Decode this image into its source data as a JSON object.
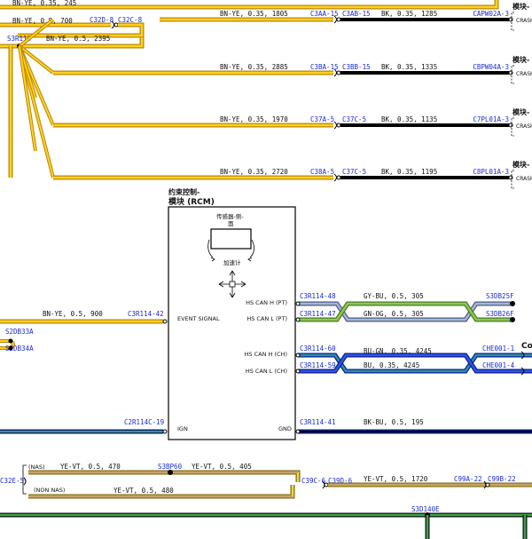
{
  "module": {
    "title_line1": "约束控制-",
    "title_line2": "模块 (RCM)",
    "sensor_label_line1": "传感器-侧-",
    "sensor_label_line2": "面",
    "accel_label": "加速计",
    "pins": {
      "event_signal": "EVENT SIGNAL",
      "hs_can_h_pt": "HS CAN H (PT)",
      "hs_can_l_pt": "HS CAN L (PT)",
      "hs_can_h_ch": "HS CAN H (CH)",
      "hs_can_l_ch": "HS CAN L (CH)",
      "ign": "IGN",
      "gnd": "GND"
    }
  },
  "top_wires": {
    "w_top_left": "BN-YE, 0.35, 245",
    "w_row1_left": "BN-YE, 0.5, 700",
    "conn_row1": "C32D-8",
    "conn_row1b": "C32C-8",
    "splice": "S3R113",
    "w_row2_left": "BN-YE, 0.5, 2395"
  },
  "branches": [
    {
      "wire_left": "BN-YE, 0.35, 1805",
      "c1": "C3AA-15",
      "c2": "C3AB-15",
      "wire_right": "BK, 0.35, 1285",
      "end_conn": "CAPW02A-3",
      "module": "模块-",
      "crash": "CRASH"
    },
    {
      "wire_left": "BN-YE, 0.35, 2885",
      "c1": "C3BA-15",
      "c2": "C3BB-15",
      "wire_right": "BK, 0.35, 1335",
      "end_conn": "CBPW04A-3",
      "module": "模块-",
      "crash": "CRASH"
    },
    {
      "wire_left": "BN-YE, 0.35, 1970",
      "c1": "C37A-5",
      "c2": "C37C-5",
      "wire_right": "BK, 0.35, 1135",
      "end_conn": "C7PL01A-3",
      "module": "模块-",
      "crash": "CRASH"
    },
    {
      "wire_left": "BN-YE, 0.35, 2720",
      "c1": "C38A-5",
      "c2": "C37C-5",
      "wire_right": "BK, 0.35, 1195",
      "end_conn": "C8PL01A-3",
      "module": "模块-",
      "crash": "CRASH"
    }
  ],
  "left_event": {
    "wire": "BN-YE, 0.5, 900",
    "conn": "C3R114-42",
    "splice1": "S2DB33A",
    "splice2": "S2DB34A"
  },
  "can_pt": {
    "conn_h": "C3R114-48",
    "conn_l": "C3R114-47",
    "wire_h": "GY-BU, 0.5, 305",
    "wire_l": "GN-OG, 0.5, 305",
    "splice_h": "S3DB25F",
    "splice_l": "S3DB26F"
  },
  "can_ch": {
    "conn_h": "C3R114-60",
    "conn_l": "C3R114-59",
    "wire_h": "BU-GN, 0.35, 4245",
    "wire_l": "BU, 0.35, 4245",
    "end_h": "CHE001-1",
    "end_l": "CHE001-4",
    "end_label": "Co"
  },
  "ign": {
    "conn": "C2R114C-19"
  },
  "gnd": {
    "conn": "C3R114-41",
    "wire": "BK-BU, 0.5, 195"
  },
  "bottom": {
    "conn_left": "C32E-5",
    "nas": "(NAS)",
    "non_nas": "(NON NAS)",
    "wire_nas": "YE-VT, 0.5, 470",
    "splice": "S3BP60",
    "wire_nas2": "YE-VT, 0.5, 405",
    "wire_non_nas": "YE-VT, 0.5, 480",
    "c1": "C39C-6",
    "c2": "C39D-6",
    "wire_right": "YE-VT, 0.5, 1720",
    "c3": "C99A-22",
    "c4": "C99B-22",
    "splice_bottom": "S3D140E"
  },
  "colors": {
    "bn_ye_outer": "#b8860b",
    "bn_ye_inner": "#ffd21a",
    "black": "#000000",
    "gy_bu": "#8aa0b0",
    "gn_og": "#7ac142",
    "blue": "#1a33cc",
    "blue_green": "#1f8b8b",
    "green": "#3aa34a",
    "ye_vt": "#f2d548"
  }
}
